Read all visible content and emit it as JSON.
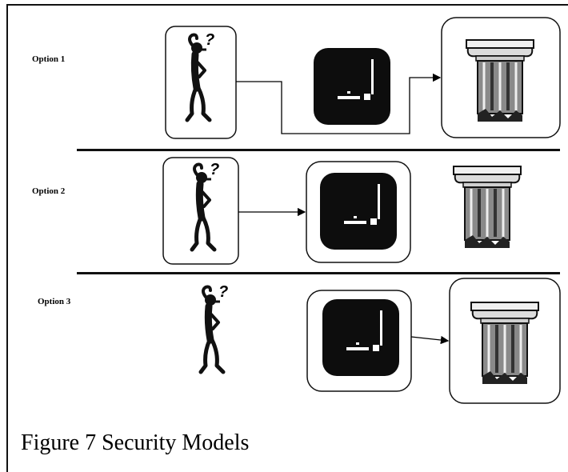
{
  "options": [
    {
      "label": "Option 1"
    },
    {
      "label": "Option 2"
    },
    {
      "label": "Option 3"
    }
  ],
  "caption": "Figure 7 Security Models",
  "icons": {
    "user": "thinking-person-icon",
    "server": "computer-terminal-icon",
    "database": "pillar-icon"
  },
  "colors": {
    "ink": "#000000",
    "paper": "#ffffff"
  }
}
